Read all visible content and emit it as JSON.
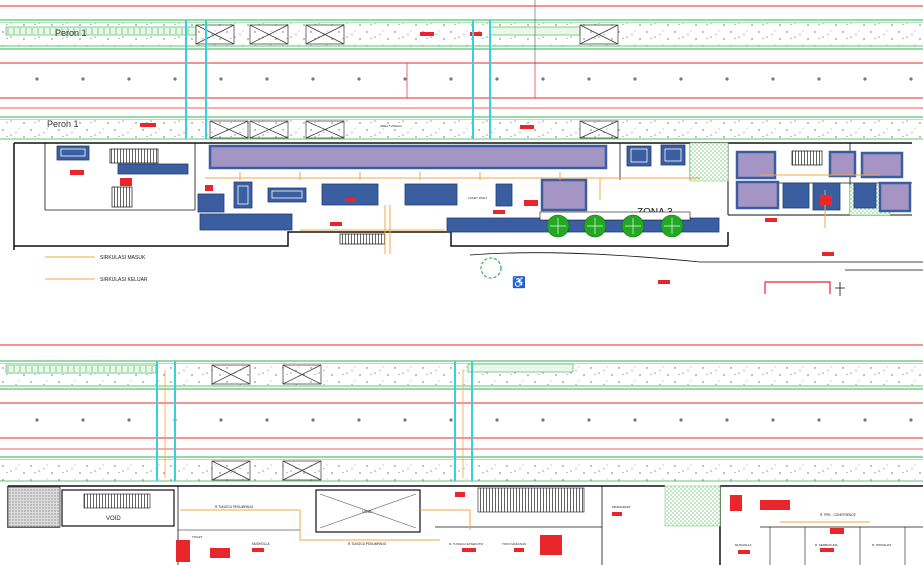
{
  "labels": {
    "peron_top": "Peron 1",
    "peron_1": "Peron 1",
    "zona": "ZONA 3",
    "legend_masuk": "SIRKULASI MASUK",
    "legend_keluar": "SIRKULASI KELUAR",
    "area_tunggu": "AREA TUNGGU",
    "loket_tiket": "LOKET TIKET",
    "void_left": "VOID",
    "void_mid": "VOID",
    "r_tunggu_1": "R.TUNGGU PENUMPANG",
    "r_tunggu_2": "R.TUNGGU PENUMPANG",
    "musholla": "MUSHOLLA",
    "toilet": "TOILET",
    "r_tunggu_eksekutif": "R. TUNGGU EKSEKUTIF",
    "toko": "TOKO MAKANAN",
    "minimarket": "MINIMARKET",
    "r_pre_conference": "R. PRE - CONFERENCE",
    "musholla_right": "MUSHOLLA",
    "r_serbaguna": "R. SERBAGUNA",
    "r_istirahat": "R. ISTIRAHAT"
  },
  "colors": {
    "rail_red": "#e8262c",
    "rail_green": "#2fb34a",
    "cyan": "#39d0dc",
    "navy": "#3a5ea0",
    "lilac": "#a595c4",
    "orange": "#f0a848",
    "hatch_green": "#7bd17b",
    "tree_green": "#22a822",
    "black": "#111111",
    "grey_dot": "#777777"
  },
  "icons": [
    "accessible-parking-icon",
    "tree-icon",
    "stair-icon"
  ]
}
